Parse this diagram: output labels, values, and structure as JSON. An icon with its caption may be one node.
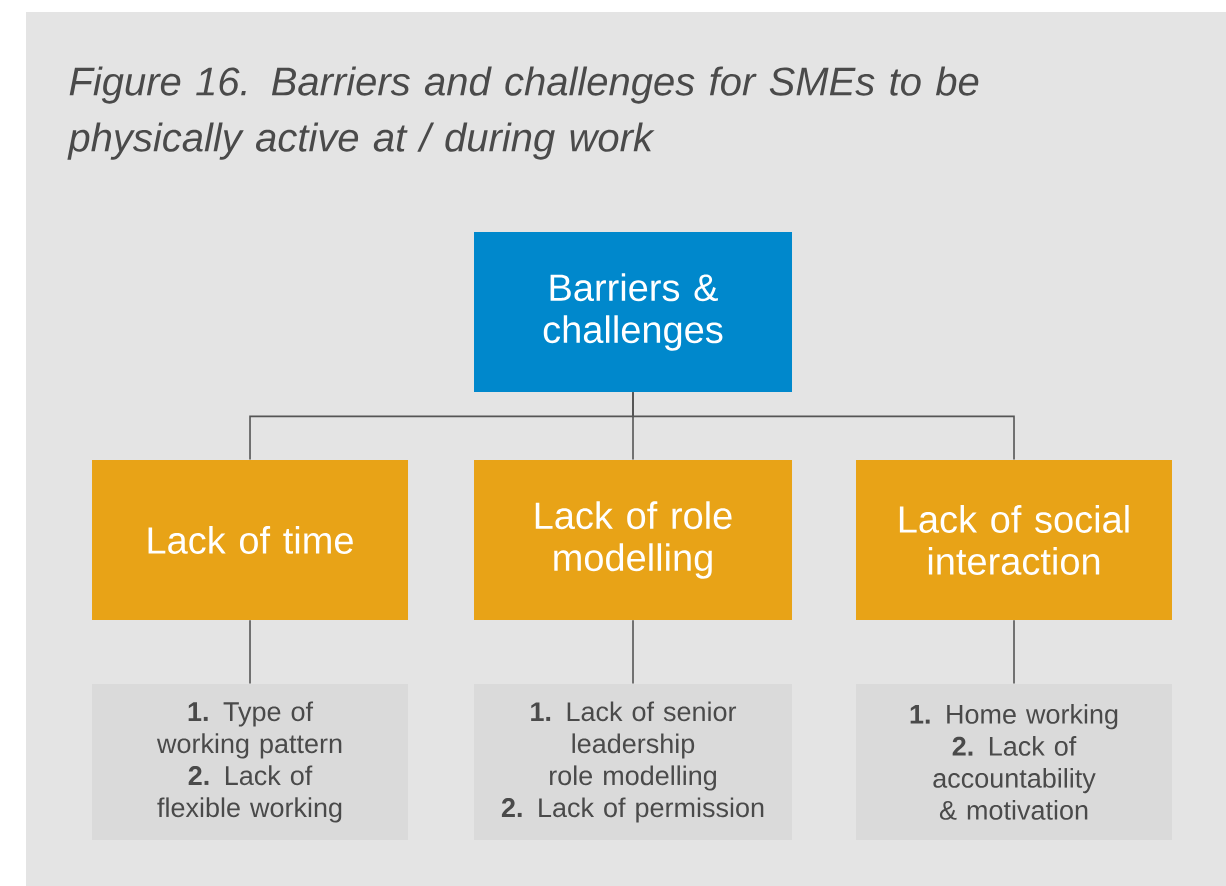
{
  "diagram": {
    "title": "Figure 16. Barriers and challenges for SMEs to be physically active at / during work",
    "nodes": [
      {
        "text": [
          "Barriers & challenges"
        ]
      },
      {
        "text": [
          "Lack of time"
        ]
      },
      {
        "text": [
          "Lack of role modelling"
        ]
      },
      {
        "text": [
          "Lack of social interaction"
        ]
      },
      {
        "text": [
          "**1.** Type of working pattern",
          "**2.** Lack of flexible working"
        ]
      },
      {
        "text": [
          "**1.** Lack of senior leadership role modelling",
          "**2.** Lack of permission"
        ]
      },
      {
        "text": [
          "**1.** Home working",
          "**2.** Lack of accountability & motivation"
        ]
      }
    ],
    "edges": [
      {
        "from": 0,
        "to": 1,
        "arrow": "none"
      },
      {
        "from": 0,
        "to": 2,
        "arrow": "none"
      },
      {
        "from": 0,
        "to": 3,
        "arrow": "none"
      },
      {
        "from": 1,
        "to": 4,
        "arrow": "none"
      },
      {
        "from": 2,
        "to": 5,
        "arrow": "none"
      },
      {
        "from": 3,
        "to": 6,
        "arrow": "none"
      }
    ]
  }
}
